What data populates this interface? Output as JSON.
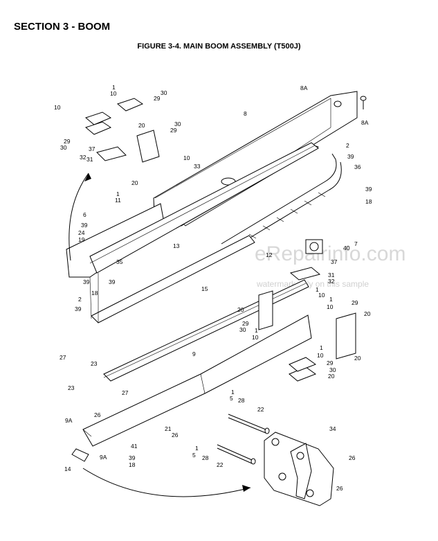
{
  "header": {
    "section_title": "SECTION 3 - BOOM",
    "figure_title": "FIGURE 3-4. MAIN BOOM ASSEMBLY (T500J)"
  },
  "watermark": {
    "main": "eRepairinfo.com",
    "sub": "watermark only on this sample"
  },
  "callouts": [
    "1",
    "10",
    "29",
    "30",
    "10",
    "20",
    "29",
    "30",
    "30",
    "29",
    "10",
    "37",
    "32",
    "31",
    "1",
    "11",
    "20",
    "33",
    "8A",
    "8",
    "8A",
    "2",
    "39",
    "36",
    "39",
    "18",
    "6",
    "39",
    "24",
    "19",
    "35",
    "39",
    "18",
    "39",
    "13",
    "2",
    "39",
    "12",
    "7",
    "40",
    "37",
    "31",
    "32",
    "1",
    "10",
    "15",
    "20",
    "29",
    "30",
    "1",
    "10",
    "1",
    "10",
    "29",
    "20",
    "20",
    "1",
    "10",
    "29",
    "30",
    "20",
    "27",
    "23",
    "23",
    "27",
    "9",
    "1",
    "5",
    "28",
    "22",
    "26",
    "34",
    "9A",
    "21",
    "26",
    "41",
    "9A",
    "39",
    "18",
    "14",
    "1",
    "5",
    "28",
    "22",
    "26",
    "26"
  ]
}
